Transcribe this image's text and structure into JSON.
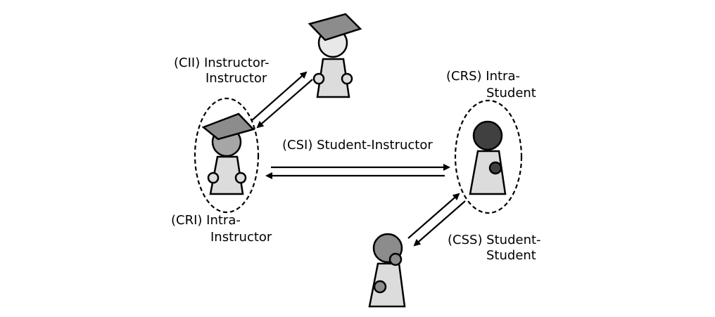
{
  "labels": {
    "cii_line1": "(CII) Instructor-",
    "cii_line2": "Instructor",
    "crs_line1": "(CRS) Intra-",
    "crs_line2": "Student",
    "csi": "(CSI) Student-Instructor",
    "cri_line1": "(CRI) Intra-",
    "cri_line2": "Instructor",
    "css_line1": "(CSS) Student-",
    "css_line2": "Student"
  },
  "colors": {
    "figure_body": "#dcdcdc",
    "instructor_head": "#e8e8e8",
    "instructor_head_grouped": "#a6a6a6",
    "student_head_dark": "#404040",
    "student_head_mid": "#8c8c8c",
    "cap": "#8c8c8c"
  }
}
